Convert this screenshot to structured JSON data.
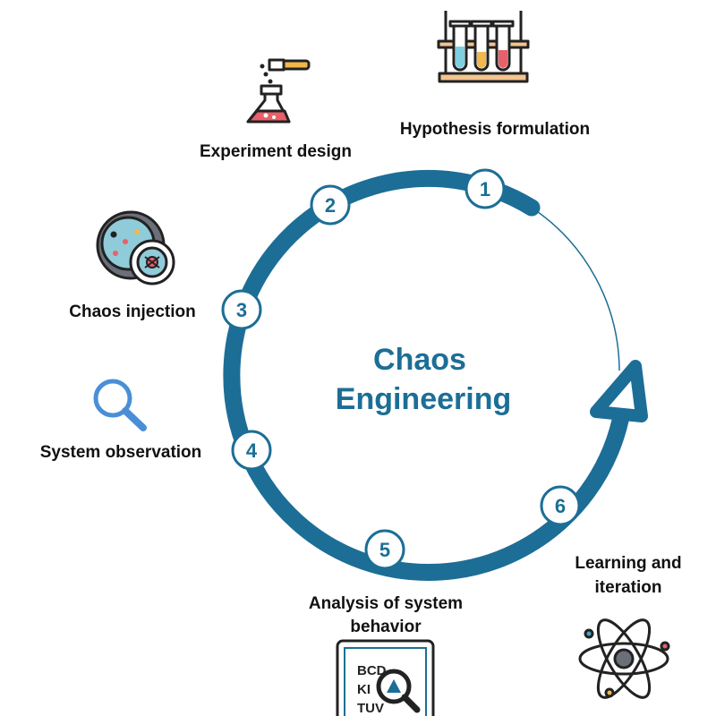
{
  "colors": {
    "ring": "#1c6e96",
    "title": "#1c6e96",
    "text": "#111111",
    "badge_fill": "#ffffff"
  },
  "center_title": {
    "line1": "Chaos",
    "line2": "Engineering"
  },
  "steps": [
    {
      "number": "1",
      "label_lines": [
        "Hypothesis formulation"
      ],
      "icon": "test-tubes-rack-icon"
    },
    {
      "number": "2",
      "label_lines": [
        "Experiment design"
      ],
      "icon": "flask-pipette-icon"
    },
    {
      "number": "3",
      "label_lines": [
        "Chaos injection"
      ],
      "icon": "petri-dish-bacteria-icon"
    },
    {
      "number": "4",
      "label_lines": [
        "System observation"
      ],
      "icon": "magnifier-icon"
    },
    {
      "number": "5",
      "label_lines": [
        "Analysis of system",
        "behavior"
      ],
      "icon": "eye-chart-magnifier-icon"
    },
    {
      "number": "6",
      "label_lines": [
        "Learning and",
        "iteration"
      ],
      "icon": "atom-icon"
    }
  ],
  "eye_chart_letters": [
    "BCD",
    "KI",
    "TUV"
  ]
}
